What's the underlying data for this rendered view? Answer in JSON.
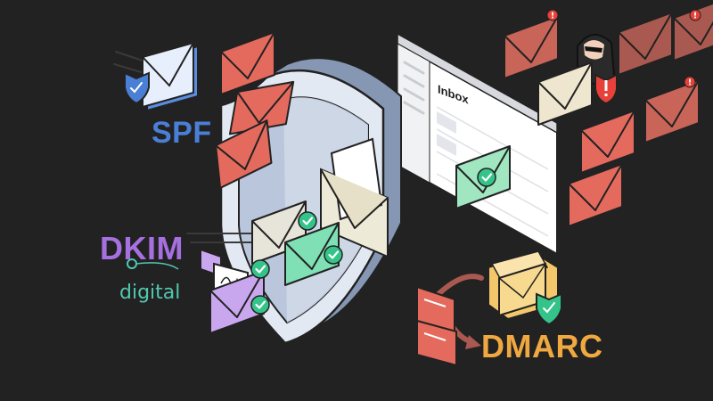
{
  "labels": {
    "spf": "SPF",
    "dkim": "DKIM",
    "digital": "digital",
    "dmarc": "DMARC",
    "inbox": "Inbox"
  },
  "colors": {
    "background": "#222222",
    "spf": "#4a7fd6",
    "dkim": "#a670e0",
    "digital": "#52c7ae",
    "dmarc": "#f0a840",
    "verified": "#34c48a",
    "spam": "#e46a5e",
    "spam_dark": "#a9594f",
    "alert": "#e8413a",
    "shield": "#b9c6dc"
  },
  "icons": [
    "shield-icon",
    "envelope-icon",
    "check-icon",
    "alert-icon",
    "hacker-icon",
    "signature-icon"
  ]
}
